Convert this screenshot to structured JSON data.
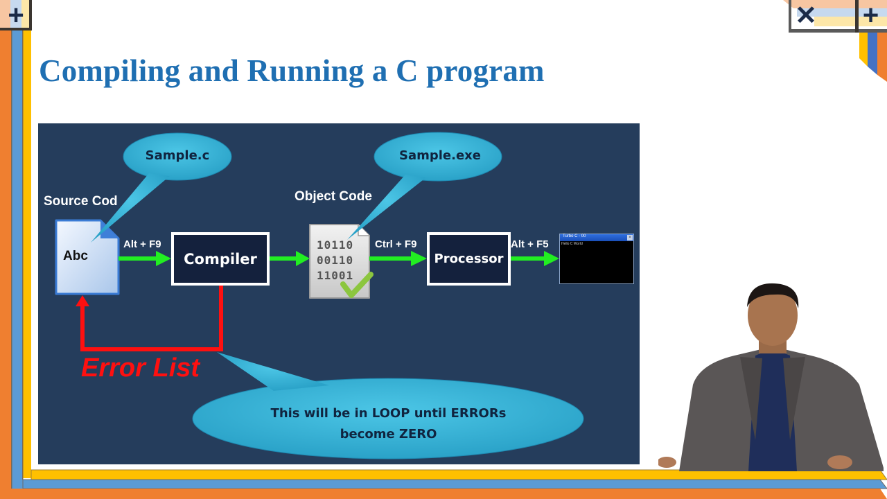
{
  "slide": {
    "title": "Compiling and Running a C program",
    "colors": {
      "title": "#1f6fb2",
      "panel_bg": "#253d5c",
      "arrow_green": "#22ee22",
      "error_red": "#ff1010",
      "bubble": "#3bb7d8",
      "stripe_orange": "#ef7f30",
      "stripe_blue": "#5b9bd5",
      "stripe_yellow": "#ffc000"
    }
  },
  "corner_controls": {
    "top_left_icon": "plus-icon",
    "top_right_close_icon": "close-icon",
    "top_right_plus_icon": "plus-icon",
    "plus_glyph": "+",
    "close_glyph": "✕"
  },
  "diagram": {
    "source_label": "Source Cod",
    "source_file_text": "Abc",
    "source_bubble": "Sample.c",
    "object_label": "Object Code",
    "object_bubble": "Sample.exe",
    "binary_lines": [
      "10110",
      "00110",
      "11001"
    ],
    "compiler_label": "Compiler",
    "processor_label": "Processor",
    "shortcut_compile": "Alt + F9",
    "shortcut_run": "Ctrl + F9",
    "shortcut_output": "Alt + F5",
    "error_label": "Error List",
    "loop_note_line1": "This will be in LOOP until ERRORs",
    "loop_note_line2": "become ZERO",
    "output_window": {
      "title": "Turbo C - 00",
      "line": "Hello C World"
    }
  }
}
